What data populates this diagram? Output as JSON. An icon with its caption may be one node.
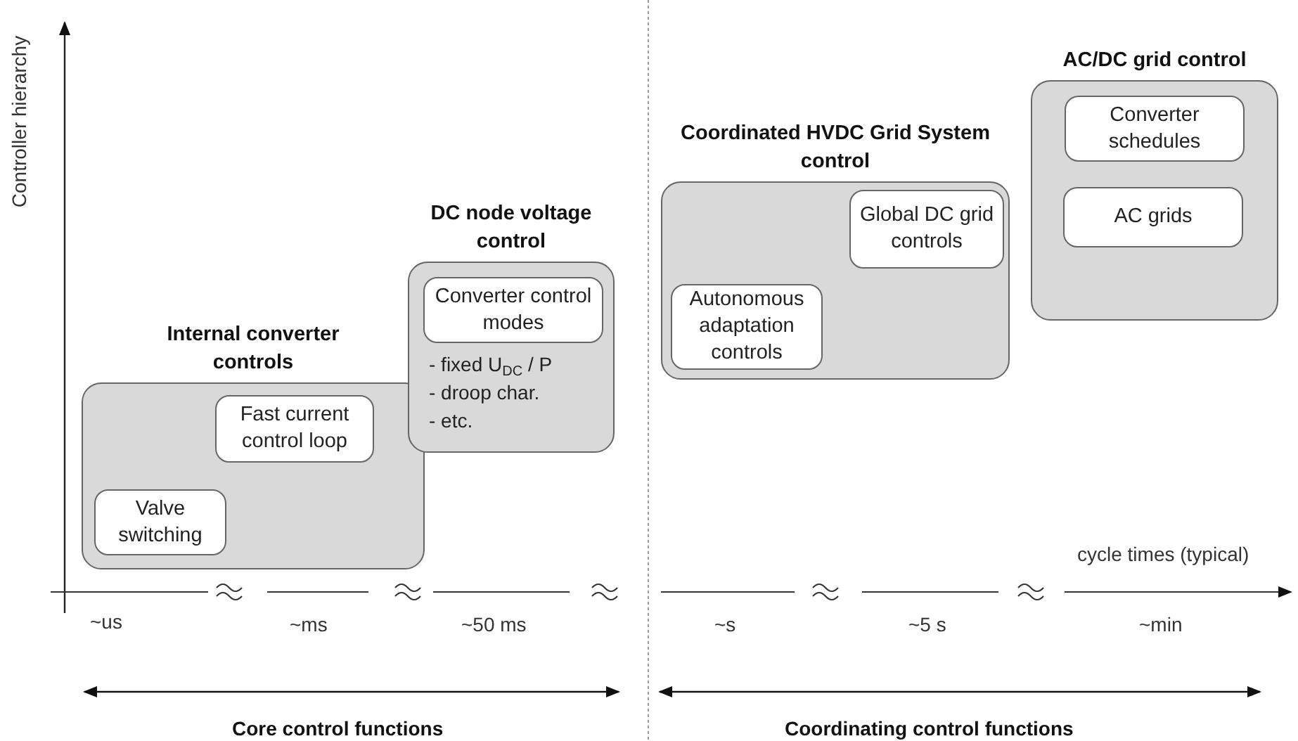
{
  "diagram": {
    "nodes": [
      {
        "text": [
          "Internal converter controls"
        ]
      },
      {
        "text": [
          "Fast current control loop"
        ],
        "in": 0
      },
      {
        "text": [
          "Valve switching"
        ],
        "in": 0
      },
      {
        "text": [
          "DC node voltage control",
          "- fixed U$_{DC}$ / P",
          "- droop char.",
          "- etc."
        ]
      },
      {
        "text": [
          "Converter control modes"
        ],
        "in": 3
      },
      {
        "text": [
          "Coordinated HVDC Grid System control"
        ]
      },
      {
        "text": [
          "Global DC grid controls"
        ],
        "in": 5
      },
      {
        "text": [
          "Autonomous adaptation controls"
        ],
        "in": 5
      },
      {
        "text": [
          "AC/DC grid control"
        ]
      },
      {
        "text": [
          "Converter schedules"
        ],
        "in": 8
      },
      {
        "text": [
          "AC grids"
        ],
        "in": 8
      }
    ],
    "labels": [
      "Controller hierarchy",
      "cycle times (typical)",
      "~us",
      "~ms",
      "~50 ms",
      "~s",
      "~5 s",
      "~min",
      "Core control functions",
      "Coordinating control functions"
    ]
  }
}
